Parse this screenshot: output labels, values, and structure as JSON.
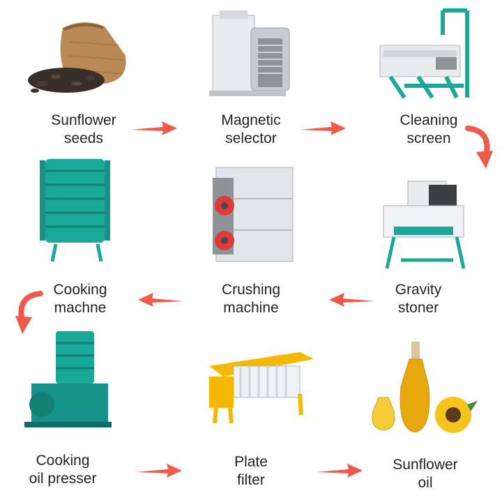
{
  "steps": [
    {
      "line1": "Sunflower",
      "line2": "seeds"
    },
    {
      "line1": "Magnetic",
      "line2": "selector"
    },
    {
      "line1": "Cleaning",
      "line2": "screen"
    },
    {
      "line1": "Gravity",
      "line2": "stoner"
    },
    {
      "line1": "Crushing",
      "line2": "machine"
    },
    {
      "line1": "Cooking",
      "line2": "machne"
    },
    {
      "line1": "Cooking",
      "line2": "oil presser"
    },
    {
      "line1": "Plate",
      "line2": "filter"
    },
    {
      "line1": "Sunflower",
      "line2": "oil"
    }
  ],
  "colors": {
    "arrow": "#f05a4a",
    "machine_teal": "#1aa89a",
    "machine_white": "#e9ecef",
    "filter_yellow": "#f5b800",
    "oil_gold": "#e8a90f",
    "sack_brown": "#b98a55",
    "seed_dark": "#3a2f28"
  }
}
